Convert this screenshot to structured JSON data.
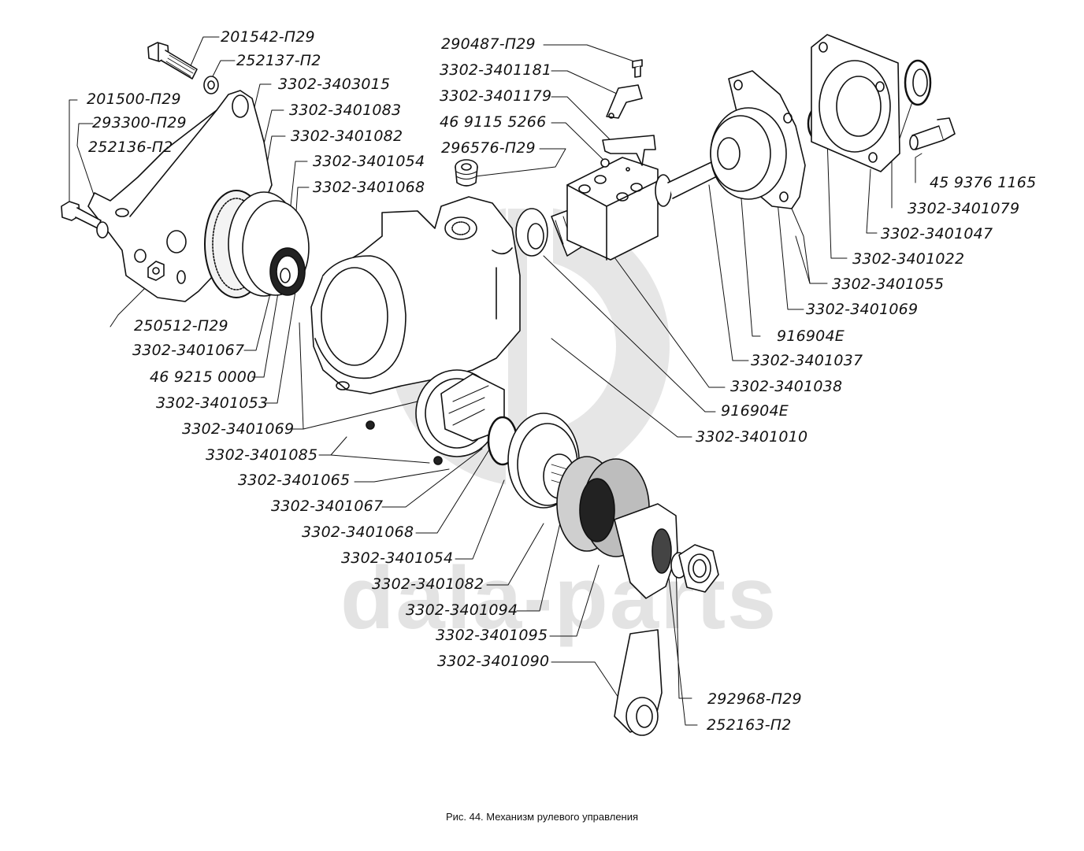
{
  "figure": {
    "caption": "Рис. 44. Механизм рулевого управления",
    "watermark": {
      "text": "dala-parts",
      "logo": "db-logo-icon",
      "color": "#e3e3e3"
    }
  },
  "labels": [
    {
      "id": "l01",
      "text": "201542-П29"
    },
    {
      "id": "l02",
      "text": "252137-П2"
    },
    {
      "id": "l03",
      "text": "3302-3403015"
    },
    {
      "id": "l04",
      "text": "201500-П29"
    },
    {
      "id": "l05",
      "text": "3302-3401083"
    },
    {
      "id": "l06",
      "text": "293300-П29"
    },
    {
      "id": "l07",
      "text": "3302-3401082"
    },
    {
      "id": "l08",
      "text": "252136-П2"
    },
    {
      "id": "l09",
      "text": "3302-3401054"
    },
    {
      "id": "l10",
      "text": "3302-3401068"
    },
    {
      "id": "l11",
      "text": "250512-П29"
    },
    {
      "id": "l12",
      "text": "3302-3401067"
    },
    {
      "id": "l13",
      "text": "46 9215 0000"
    },
    {
      "id": "l14",
      "text": "3302-3401053"
    },
    {
      "id": "l15",
      "text": "3302-3401069"
    },
    {
      "id": "l16",
      "text": "3302-3401085"
    },
    {
      "id": "l17",
      "text": "3302-3401065"
    },
    {
      "id": "l18",
      "text": "3302-3401067"
    },
    {
      "id": "l19",
      "text": "3302-3401068"
    },
    {
      "id": "l20",
      "text": "3302-3401054"
    },
    {
      "id": "l21",
      "text": "3302-3401082"
    },
    {
      "id": "l22",
      "text": "3302-3401094"
    },
    {
      "id": "l23",
      "text": "3302-3401095"
    },
    {
      "id": "l24",
      "text": "3302-3401090"
    },
    {
      "id": "l25",
      "text": "290487-П29"
    },
    {
      "id": "l26",
      "text": "3302-3401181"
    },
    {
      "id": "l27",
      "text": "3302-3401179"
    },
    {
      "id": "l28",
      "text": "46 9115 5266"
    },
    {
      "id": "l29",
      "text": "296576-П29"
    },
    {
      "id": "l30",
      "text": "45 9376 1165"
    },
    {
      "id": "l31",
      "text": "3302-3401079"
    },
    {
      "id": "l32",
      "text": "3302-3401047"
    },
    {
      "id": "l33",
      "text": "3302-3401022"
    },
    {
      "id": "l34",
      "text": "3302-3401055"
    },
    {
      "id": "l35",
      "text": "3302-3401069"
    },
    {
      "id": "l36",
      "text": "916904E"
    },
    {
      "id": "l37",
      "text": "3302-3401037"
    },
    {
      "id": "l38",
      "text": "3302-3401038"
    },
    {
      "id": "l39",
      "text": "916904E"
    },
    {
      "id": "l40",
      "text": "3302-3401010"
    },
    {
      "id": "l41",
      "text": "292968-П29"
    },
    {
      "id": "l42",
      "text": "252163-П2"
    }
  ]
}
